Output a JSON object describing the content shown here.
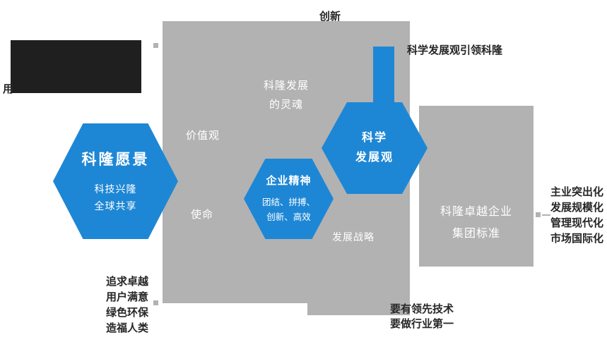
{
  "colors": {
    "accent_blue": "#1e87d5",
    "panel_gray": "#b2b2b2",
    "dark_ink": "#262626"
  },
  "hexagons": {
    "vision": {
      "title": "科隆愿景",
      "lines": [
        "科技兴隆",
        "全球共享"
      ]
    },
    "spirit": {
      "title": "企业精神",
      "lines": [
        "团结、拼搏、",
        "创新、高效"
      ]
    },
    "science": {
      "lines": [
        "科学",
        "发展观"
      ]
    }
  },
  "panels": {
    "main": {
      "values_label": "价值观",
      "mission_label": "使命",
      "soul_lines": [
        "科隆发展",
        "的灵魂"
      ],
      "strategy_label": "发展战略"
    },
    "right": {
      "lines": [
        "科隆卓越企业",
        "集团标准"
      ]
    }
  },
  "annotations": {
    "top_center": "创新",
    "top_right": "科学发展观引领科隆",
    "top_left_fragment": "用",
    "right_side": [
      "主业突出化",
      "发展规模化",
      "管理现代化",
      "市场国际化"
    ],
    "bottom_left": [
      "追求卓越",
      "用户满意",
      "绿色环保",
      "造福人类"
    ],
    "bottom_right": [
      "要有领先技术",
      "要做行业第一"
    ]
  }
}
